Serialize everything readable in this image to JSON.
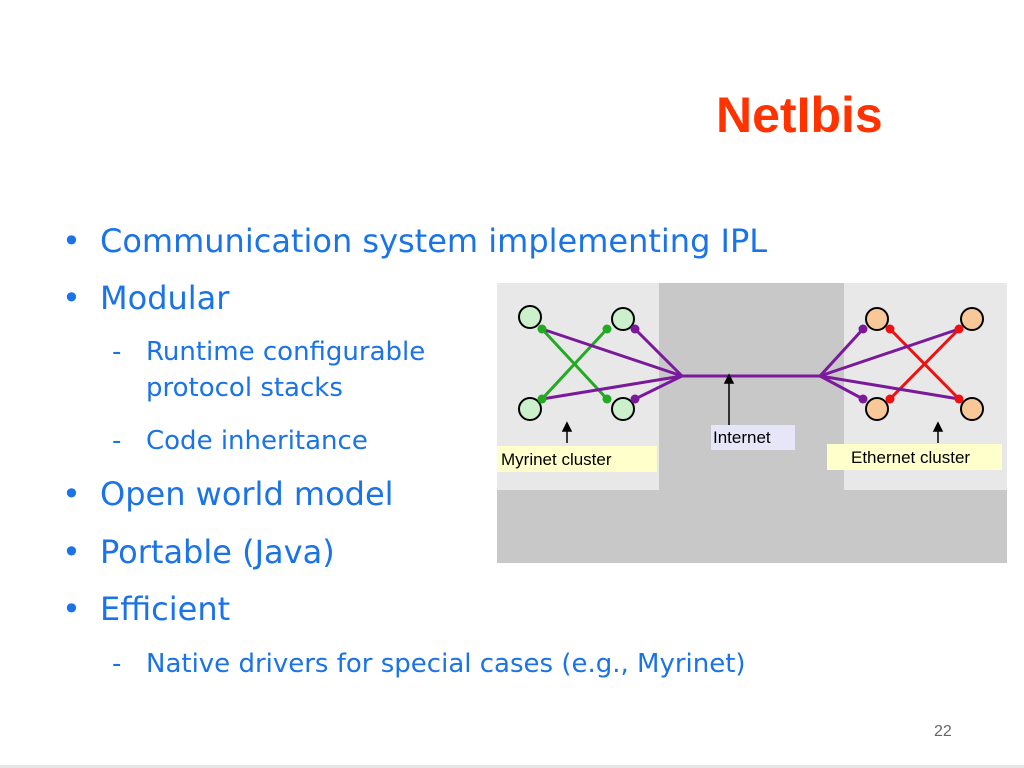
{
  "slide": {
    "title": "NetIbis",
    "page_number": "22"
  },
  "bullets": [
    {
      "level": 1,
      "text": "Communication system implementing IPL"
    },
    {
      "level": 1,
      "text": "Modular"
    },
    {
      "level": 2,
      "text": "Runtime configurable",
      "text2": "protocol stacks"
    },
    {
      "level": 2,
      "text": "Code inheritance"
    },
    {
      "level": 1,
      "text": "Open world model"
    },
    {
      "level": 1,
      "text": "Portable (Java)"
    },
    {
      "level": 1,
      "text": "Efficient"
    },
    {
      "level": 2,
      "text": "Native drivers for special cases (e.g., Myrinet)"
    }
  ],
  "markers": {
    "bullet": "•",
    "dash": "-"
  },
  "diagram": {
    "labels": {
      "internet": "Internet",
      "myrinet": "Myrinet cluster",
      "ethernet": "Ethernet cluster"
    },
    "colors": {
      "myrinet_links": "#22aa22",
      "ethernet_links": "#ee1111",
      "wan_links": "#7a1a9a",
      "myrinet_nodes": "#ccf0cc",
      "ethernet_nodes": "#f8c898",
      "cluster_bg": "#e8e8e8",
      "wan_bg": "#c8c8c8"
    }
  }
}
